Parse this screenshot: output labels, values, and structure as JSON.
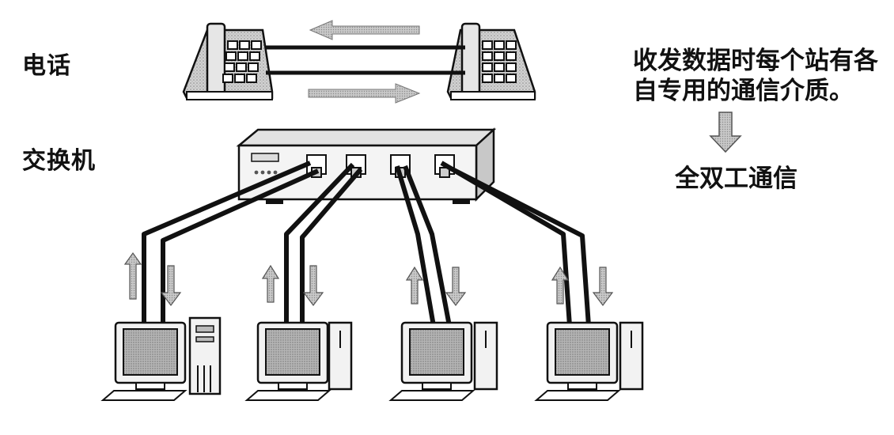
{
  "labels": {
    "telephone": "电话",
    "switch": "交换机"
  },
  "note": {
    "line1": "收发数据时每个站有各",
    "line2": "自专用的通信介质。"
  },
  "result": "全双工通信"
}
